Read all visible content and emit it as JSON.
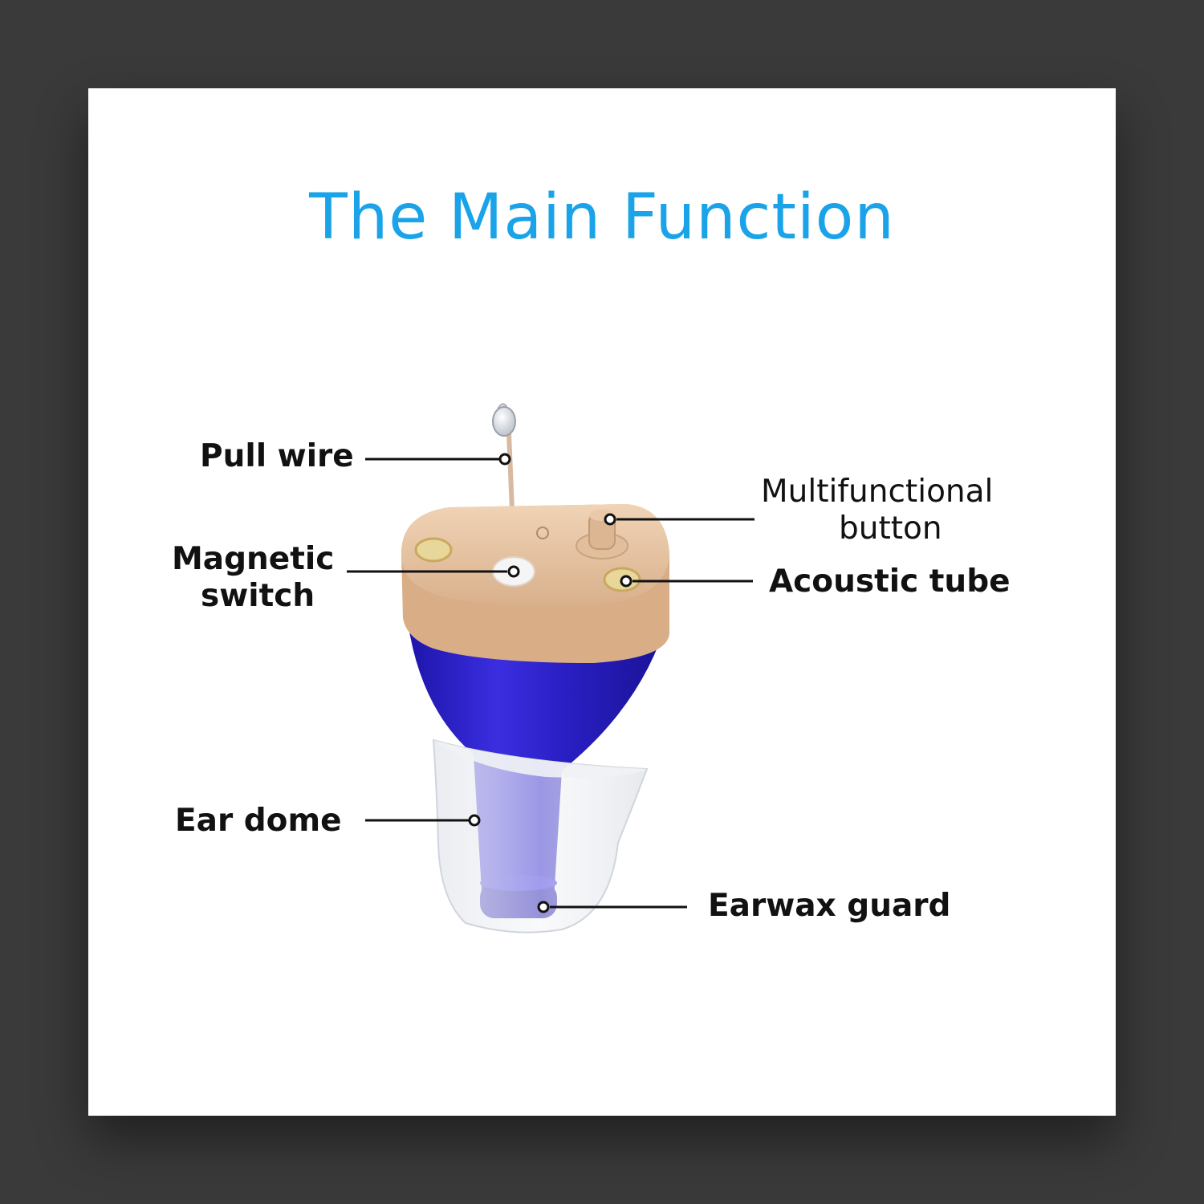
{
  "title": "The Main Function",
  "labels": {
    "pull_wire": "Pull wire",
    "magnetic_switch_1": "Magnetic",
    "magnetic_switch_2": "switch",
    "multifunctional_button_1": "Multifunctional",
    "multifunctional_button_2": "button",
    "acoustic_tube": "Acoustic tube",
    "ear_dome": "Ear dome",
    "earwax_guard": "Earwax guard"
  },
  "colors": {
    "title": "#1aa3e8",
    "shell_top": "#e9c6a4",
    "shell_body": "#2a1fc4",
    "dome": "#dfe3ea"
  }
}
